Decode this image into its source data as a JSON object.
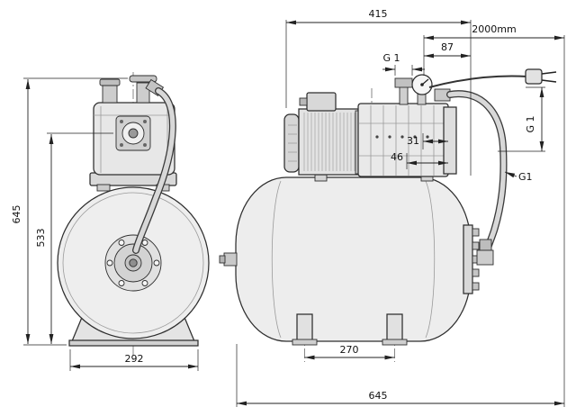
{
  "drawing": {
    "colors": {
      "line": "#222222",
      "fill_light": "#ededed",
      "background": "#ffffff"
    },
    "front": {
      "height_total": "645",
      "height_inlet": "533",
      "width_base": "292"
    },
    "side": {
      "width_top": "415",
      "cable_length": "2000mm",
      "gauge_offset": "87",
      "fill_port": "G 1",
      "offset_31": "31",
      "offset_46": "46",
      "discharge_port": "G 1",
      "tank_port": "G1",
      "feet_spacing": "270",
      "length_total": "645"
    }
  }
}
